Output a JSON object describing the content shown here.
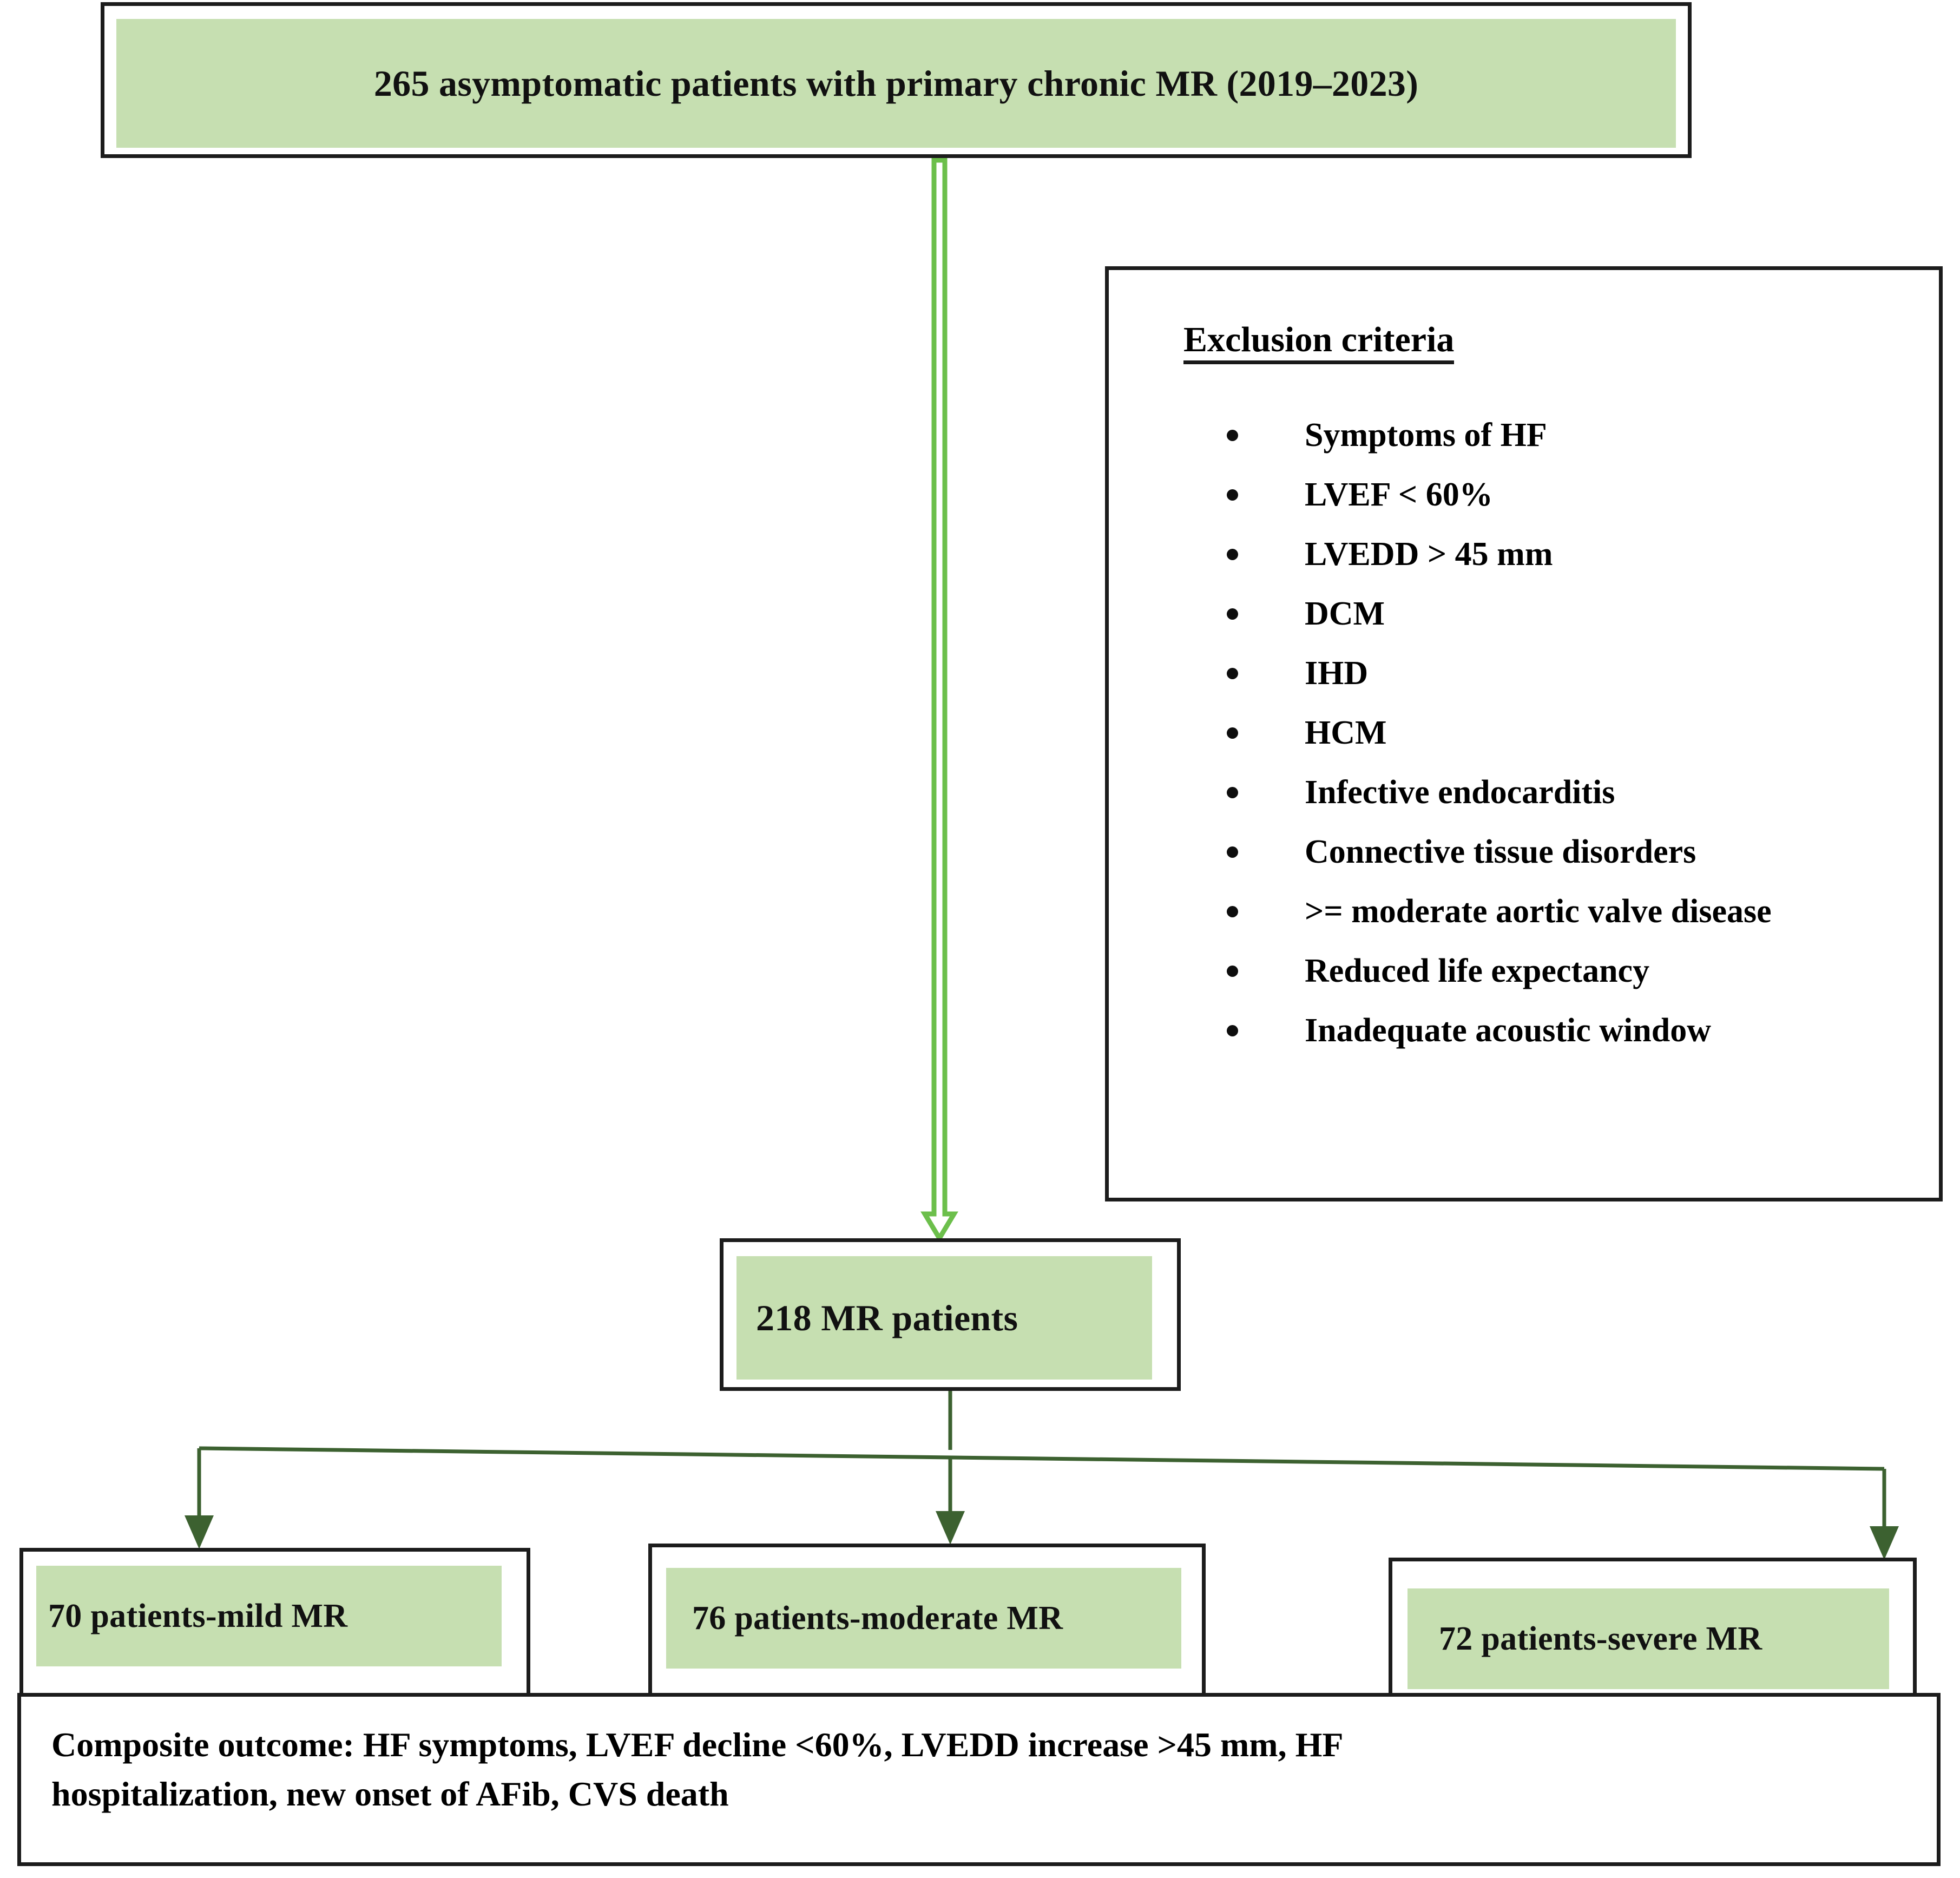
{
  "diagram": {
    "type": "flowchart",
    "title_box": {
      "text": "265 asymptomatic patients with primary chronic MR (2019–2023)"
    },
    "exclusion": {
      "title": "Exclusion criteria",
      "items": [
        "Symptoms of HF",
        "LVEF < 60%",
        "LVEDD > 45 mm",
        "DCM",
        "IHD",
        "HCM",
        "Infective endocarditis",
        "Connective tissue disorders",
        ">= moderate aortic valve disease",
        "Reduced life expectancy",
        "Inadequate acoustic window"
      ]
    },
    "cohort_box": {
      "text": "218 MR patients"
    },
    "groups": [
      {
        "label": "70 patients-mild MR",
        "count": 70,
        "severity": "mild"
      },
      {
        "label": "76 patients-moderate MR",
        "count": 76,
        "severity": "moderate"
      },
      {
        "label": "72 patients-severe MR",
        "count": 72,
        "severity": "severe"
      }
    ],
    "outcome_box": {
      "line1": "Composite outcome: HF symptoms, LVEF decline <60%, LVEDD increase >45 mm, HF",
      "line2": "hospitalization, new onset of AFib, CVS death"
    },
    "colors": {
      "highlight_green": "#c6dfb1",
      "box_border": "#1c1c1c",
      "bright_arrow_green": "#6cbf4b",
      "dark_arrow_green": "#3c6130",
      "text": "#111111"
    }
  }
}
